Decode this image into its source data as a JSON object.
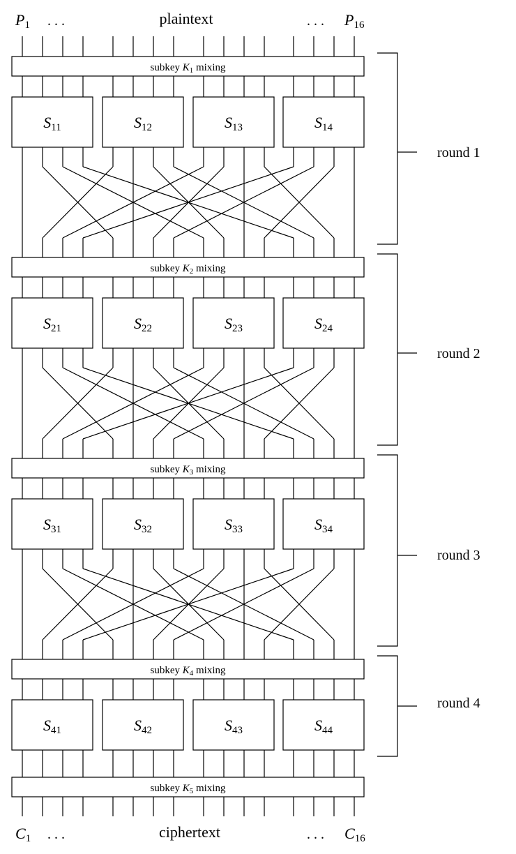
{
  "header": {
    "p_first": "P",
    "p_first_sub": "1",
    "dots_left": ". . .",
    "label": "plaintext",
    "dots_right": ". . .",
    "p_last": "P",
    "p_last_sub": "16"
  },
  "footer": {
    "c_first": "C",
    "c_first_sub": "1",
    "dots_left": ". . .",
    "label": "ciphertext",
    "dots_right": ". . .",
    "c_last": "C",
    "c_last_sub": "16"
  },
  "mixing": [
    {
      "prefix": "subkey ",
      "key": "K",
      "sub": "1",
      "suffix": " mixing"
    },
    {
      "prefix": "subkey ",
      "key": "K",
      "sub": "2",
      "suffix": " mixing"
    },
    {
      "prefix": "subkey ",
      "key": "K",
      "sub": "3",
      "suffix": " mixing"
    },
    {
      "prefix": "subkey ",
      "key": "K",
      "sub": "4",
      "suffix": " mixing"
    },
    {
      "prefix": "subkey ",
      "key": "K",
      "sub": "5",
      "suffix": " mixing"
    }
  ],
  "sboxes": [
    [
      {
        "letter": "S",
        "sub": "11"
      },
      {
        "letter": "S",
        "sub": "12"
      },
      {
        "letter": "S",
        "sub": "13"
      },
      {
        "letter": "S",
        "sub": "14"
      }
    ],
    [
      {
        "letter": "S",
        "sub": "21"
      },
      {
        "letter": "S",
        "sub": "22"
      },
      {
        "letter": "S",
        "sub": "23"
      },
      {
        "letter": "S",
        "sub": "24"
      }
    ],
    [
      {
        "letter": "S",
        "sub": "31"
      },
      {
        "letter": "S",
        "sub": "32"
      },
      {
        "letter": "S",
        "sub": "33"
      },
      {
        "letter": "S",
        "sub": "34"
      }
    ],
    [
      {
        "letter": "S",
        "sub": "41"
      },
      {
        "letter": "S",
        "sub": "42"
      },
      {
        "letter": "S",
        "sub": "43"
      },
      {
        "letter": "S",
        "sub": "44"
      }
    ]
  ],
  "rounds": [
    "round 1",
    "round 2",
    "round 3",
    "round 4"
  ]
}
